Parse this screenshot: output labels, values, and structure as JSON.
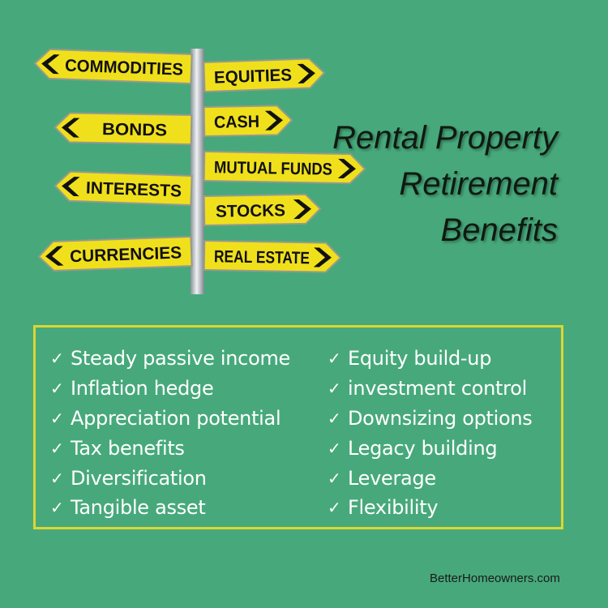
{
  "signpost": {
    "signs": [
      "COMMODITIES",
      "EQUITIES",
      "CASH",
      "BONDS",
      "MUTUAL FUNDS",
      "INTERESTS",
      "STOCKS",
      "CURRENCIES",
      "REAL ESTATE"
    ],
    "sign_color": "#f0e01c",
    "arrow_color": "#111111"
  },
  "title": {
    "lines": [
      "Rental Property",
      "Retirement",
      "Benefits"
    ]
  },
  "benefits": {
    "check_symbol": "✓",
    "left": [
      "Steady passive income",
      "Inflation hedge",
      "Appreciation potential",
      "Tax benefits",
      "Diversification",
      "Tangible asset"
    ],
    "right": [
      "Equity build-up",
      "investment control",
      "Downsizing options",
      "Legacy building",
      "Leverage",
      "Flexibility"
    ]
  },
  "footer": {
    "site": "BetterHomeowners.com"
  },
  "colors": {
    "background": "#47a97b",
    "box_border": "#dcd632",
    "text": "#ffffff"
  }
}
